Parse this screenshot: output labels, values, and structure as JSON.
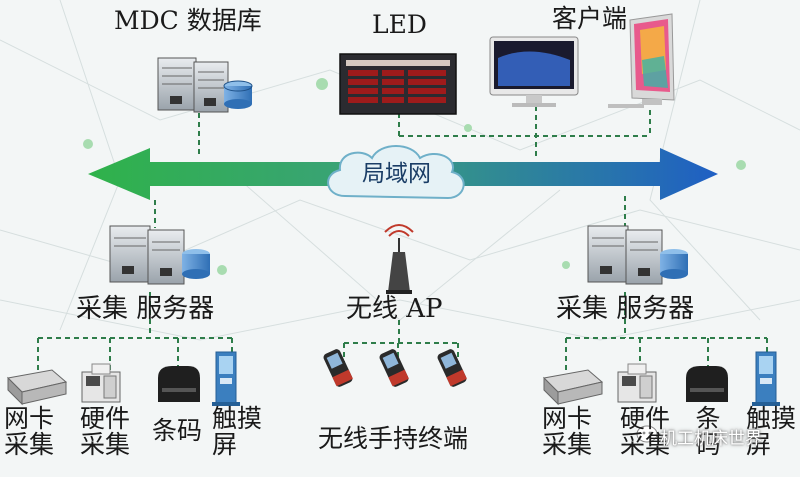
{
  "top": {
    "db_label": "MDC 数据库",
    "led_label": "LED",
    "client_label": "客户端"
  },
  "network": {
    "label": "局域网",
    "arrow_colors": {
      "left": "#2fb24a",
      "right": "#1f5fc4"
    }
  },
  "middle": {
    "left_server_label": "采集 服务器",
    "ap_label": "无线 AP",
    "right_server_label": "采集 服务器"
  },
  "bottom_left": {
    "nic_label": "网卡采集",
    "hw_label": "硬件采集",
    "barcode_label": "条码",
    "touch_label": "触摸屏"
  },
  "bottom_center": {
    "handheld_label": "无线手持终端"
  },
  "bottom_right": {
    "nic_label": "网卡采集",
    "hw_label": "硬件采集",
    "barcode_label": "条码",
    "touch_label": "触摸屏"
  },
  "watermark": "机工机床世界",
  "icons": [
    "server-rack-icon",
    "database-icon",
    "led-board-icon",
    "desktop-monitor-icon",
    "wireless-antenna-icon",
    "handheld-terminal-icon",
    "network-card-icon",
    "hardware-collector-icon",
    "barcode-printer-icon",
    "touch-kiosk-icon",
    "wechat-icon"
  ]
}
